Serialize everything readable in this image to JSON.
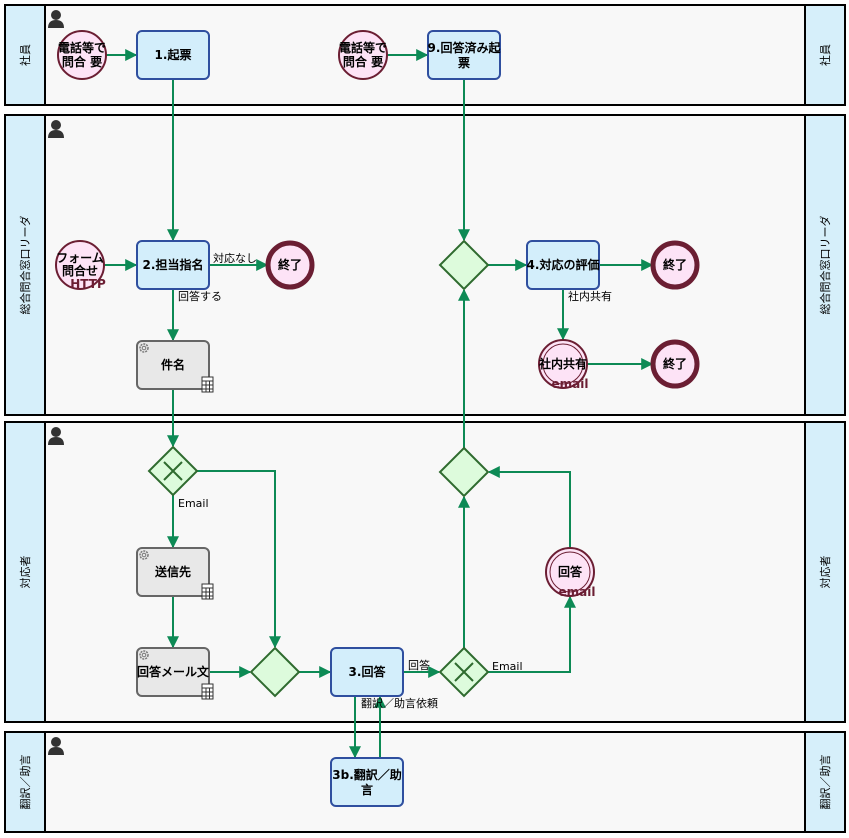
{
  "lanes": [
    "社員",
    "総合問合窓口リーダ",
    "対応者",
    "翻訳／助言"
  ],
  "events": {
    "start_phone": "電話等で問合 要",
    "start_phone_l1": "電話等で",
    "start_phone_l2": "問合 要",
    "start_form_l1": "フォーム",
    "start_form_l2": "問合せ",
    "start_form_sub": "HTTP",
    "end": "終了",
    "share": "社内共有",
    "share_sub": "email",
    "answer": "回答",
    "answer_sub": "email"
  },
  "tasks": {
    "t1": "1.起票",
    "t9_l1": "9.回答済み起",
    "t9_l2": "票",
    "t2": "2.担当指名",
    "subject": "件名",
    "t4": "4.対応の評価",
    "dest": "送信先",
    "mailbody": "回答メール文",
    "t3": "3.回答",
    "t3b_l1": "3b.翻訳／助",
    "t3b_l2": "言"
  },
  "flows": {
    "no_action": "対応なし",
    "respond": "回答する",
    "share": "社内共有",
    "email1": "Email",
    "answer": "回答",
    "email2": "Email",
    "translate": "翻訳／助言依頼"
  },
  "icons": {
    "lane": "person-icon",
    "service": "gear-icon",
    "table": "table-icon"
  },
  "colors": {
    "flow": "#0d8a55",
    "task": "#d3eefb",
    "event": "#fde3f6",
    "gateway": "#ddfbdc"
  }
}
